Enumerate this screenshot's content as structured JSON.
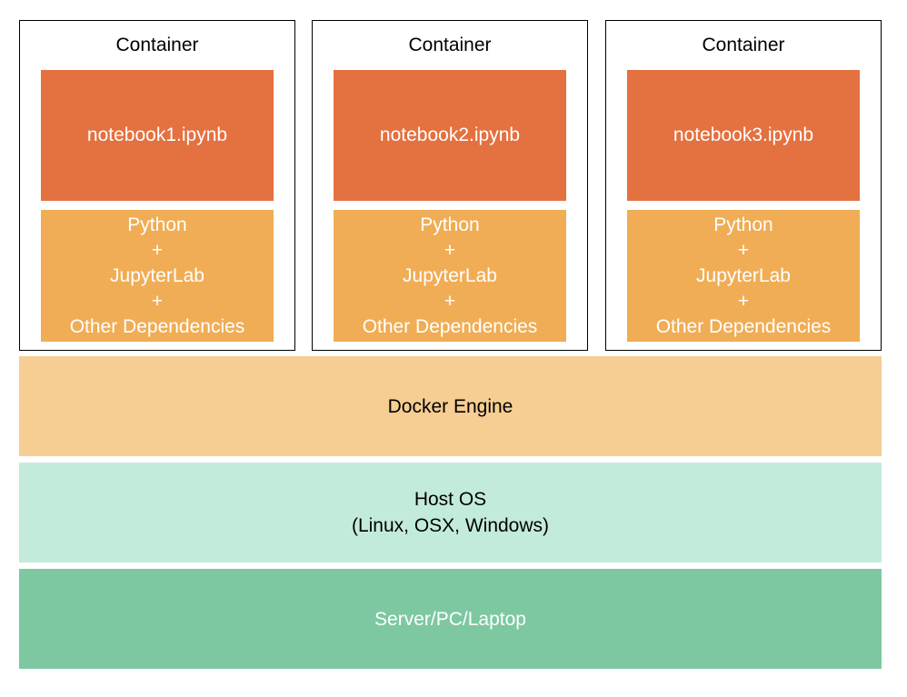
{
  "colors": {
    "notebook": "#e47140",
    "dependencies": "#f0ad55",
    "docker_engine": "#f6cd92",
    "host_os": "#c2ebdb",
    "server": "#7dc8a1"
  },
  "containers": [
    {
      "title": "Container",
      "notebook": "notebook1.ipynb",
      "deps": [
        "Python",
        "+",
        "JupyterLab",
        "+",
        "Other Dependencies"
      ]
    },
    {
      "title": "Container",
      "notebook": "notebook2.ipynb",
      "deps": [
        "Python",
        "+",
        "JupyterLab",
        "+",
        "Other Dependencies"
      ]
    },
    {
      "title": "Container",
      "notebook": "notebook3.ipynb",
      "deps": [
        "Python",
        "+",
        "JupyterLab",
        "+",
        "Other Dependencies"
      ]
    }
  ],
  "layers": {
    "docker_engine": "Docker Engine",
    "host_os": "Host OS",
    "host_os_detail": "(Linux, OSX, Windows)",
    "server": "Server/PC/Laptop"
  }
}
